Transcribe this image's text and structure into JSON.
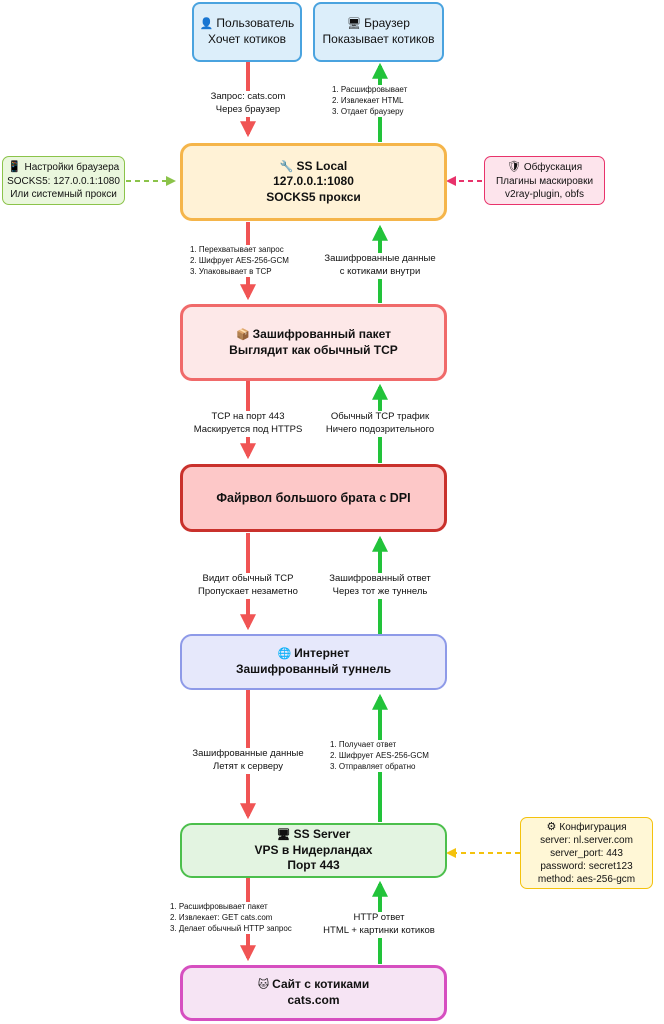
{
  "nodes": {
    "user": {
      "icon": "👤",
      "title": "Пользователь",
      "sub": "Хочет котиков",
      "icon_name": "user-icon"
    },
    "browser": {
      "icon": "🖥",
      "title": "Браузер",
      "sub": "Показывает котиков",
      "icon_name": "monitor-icon"
    },
    "sslocal": {
      "icon": "🔧",
      "title": "SS Local",
      "l2": "127.0.0.1:1080",
      "l3": "SOCKS5 прокси",
      "icon_name": "wrench-icon"
    },
    "packet": {
      "icon": "📦",
      "title": "Зашифрованный пакет",
      "l2": "Выглядит как обычный TCP",
      "icon_name": "package-icon"
    },
    "firewall": {
      "title": "Файрвол большого брата с DPI"
    },
    "internet": {
      "icon": "🌐",
      "title": "Интернет",
      "l2": "Зашифрованный туннель",
      "icon_name": "globe-icon"
    },
    "server": {
      "icon": "🖥",
      "title": "SS Server",
      "l2": "VPS в Нидерландах",
      "l3": "Порт 443",
      "icon_name": "monitor-icon"
    },
    "site": {
      "icon": "🐱",
      "title": "Сайт с котиками",
      "l2": "cats.com",
      "icon_name": "cat-icon"
    }
  },
  "side": {
    "browser_settings": {
      "icon": "📱",
      "title": "Настройки браузера",
      "l2": "SOCKS5: 127.0.0.1:1080",
      "l3": "Или системный прокси",
      "icon_name": "phone-icon"
    },
    "obfuscation": {
      "icon": "🛡",
      "title": "Обфускация",
      "l2": "Плагины маскировки",
      "l3": "v2ray-plugin, obfs",
      "icon_name": "shield-icon"
    },
    "config": {
      "icon": "⚙",
      "title": "Конфигурация",
      "l2": "server: nl.server.com",
      "l3": "server_port: 443",
      "l4": "password: secret123",
      "l5": "method: aes-256-gcm",
      "icon_name": "gear-icon"
    }
  },
  "labels": {
    "req1": [
      "Запрос: cats.com",
      "Через браузер"
    ],
    "resp1": [
      "1. Расшифровывает",
      "2. Извлекает HTML",
      "3. Отдает браузеру"
    ],
    "req2": [
      "1. Перехватывает запрос",
      "2. Шифрует AES-256-GCM",
      "3. Упаковывает в TCP"
    ],
    "resp2": [
      "Зашифрованные данные",
      "с котиками внутри"
    ],
    "req3": [
      "TCP на порт 443",
      "Маскируется под HTTPS"
    ],
    "resp3": [
      "Обычный TCP трафик",
      "Ничего подозрительного"
    ],
    "req4": [
      "Видит обычный TCP",
      "Пропускает незаметно"
    ],
    "resp4": [
      "Зашифрованный ответ",
      "Через тот же туннель"
    ],
    "req5": [
      "Зашифрованные данные",
      "Летят к серверу"
    ],
    "resp5": [
      "1. Получает ответ",
      "2. Шифрует AES-256-GCM",
      "3. Отправляет обратно"
    ],
    "req6": [
      "1. Расшифровывает пакет",
      "2. Извлекает: GET cats.com",
      "3. Делает обычный HTTP запрос"
    ],
    "resp6": [
      "HTTP ответ",
      "HTML + картинки котиков"
    ]
  },
  "colors": {
    "request": "#f05454",
    "response": "#22c33a",
    "settings": "#8bc34a",
    "obfuscation": "#e8336b",
    "config": "#f4c20d"
  }
}
